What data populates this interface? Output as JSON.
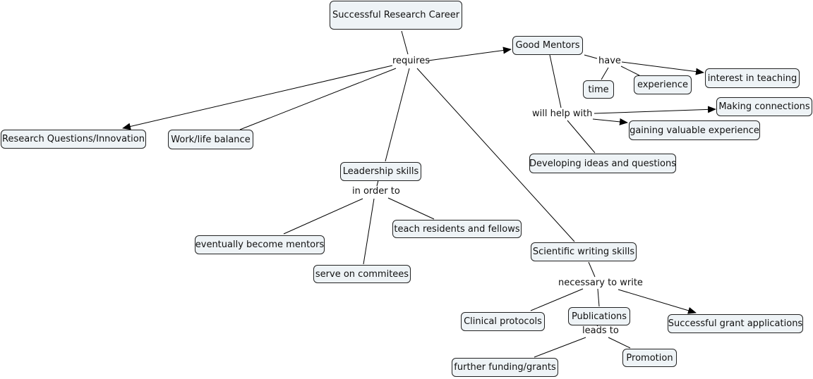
{
  "nodes": {
    "root": "Successful Research Career",
    "good_mentors": "Good Mentors",
    "interest_teaching": "interest in teaching",
    "time": "time",
    "experience": "experience",
    "making_connections": "Making connections",
    "gaining_experience": "gaining valuable experience",
    "developing_ideas": "Developing ideas and questions",
    "research_questions": "Research Questions/Innovation",
    "work_life": "Work/life balance",
    "leadership": "Leadership skills",
    "teach_residents": "teach residents and fellows",
    "become_mentors": "eventually become mentors",
    "serve_committees": "serve on commitees",
    "scientific_writing": "Scientific writing skills",
    "clinical_protocols": "Clinical protocols",
    "publications": "Publications",
    "grant_applications": "Successful grant applications",
    "further_funding": "further funding/grants",
    "promotion": "Promotion"
  },
  "links": {
    "requires": "requires",
    "have": "have",
    "will_help_with": "will help with",
    "in_order_to": "in order to",
    "necessary_to_write": "necessary to write",
    "leads_to": "leads to"
  }
}
